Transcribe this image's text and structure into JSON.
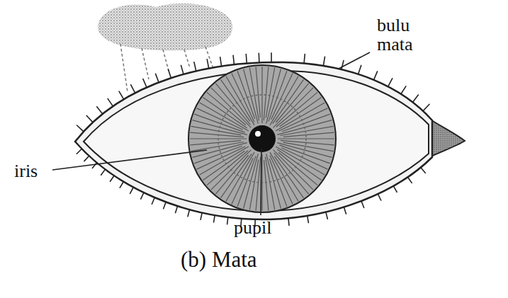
{
  "diagram": {
    "caption": "(b) Mata",
    "labels": [
      "bulu mata",
      "iris",
      "pupil"
    ]
  }
}
